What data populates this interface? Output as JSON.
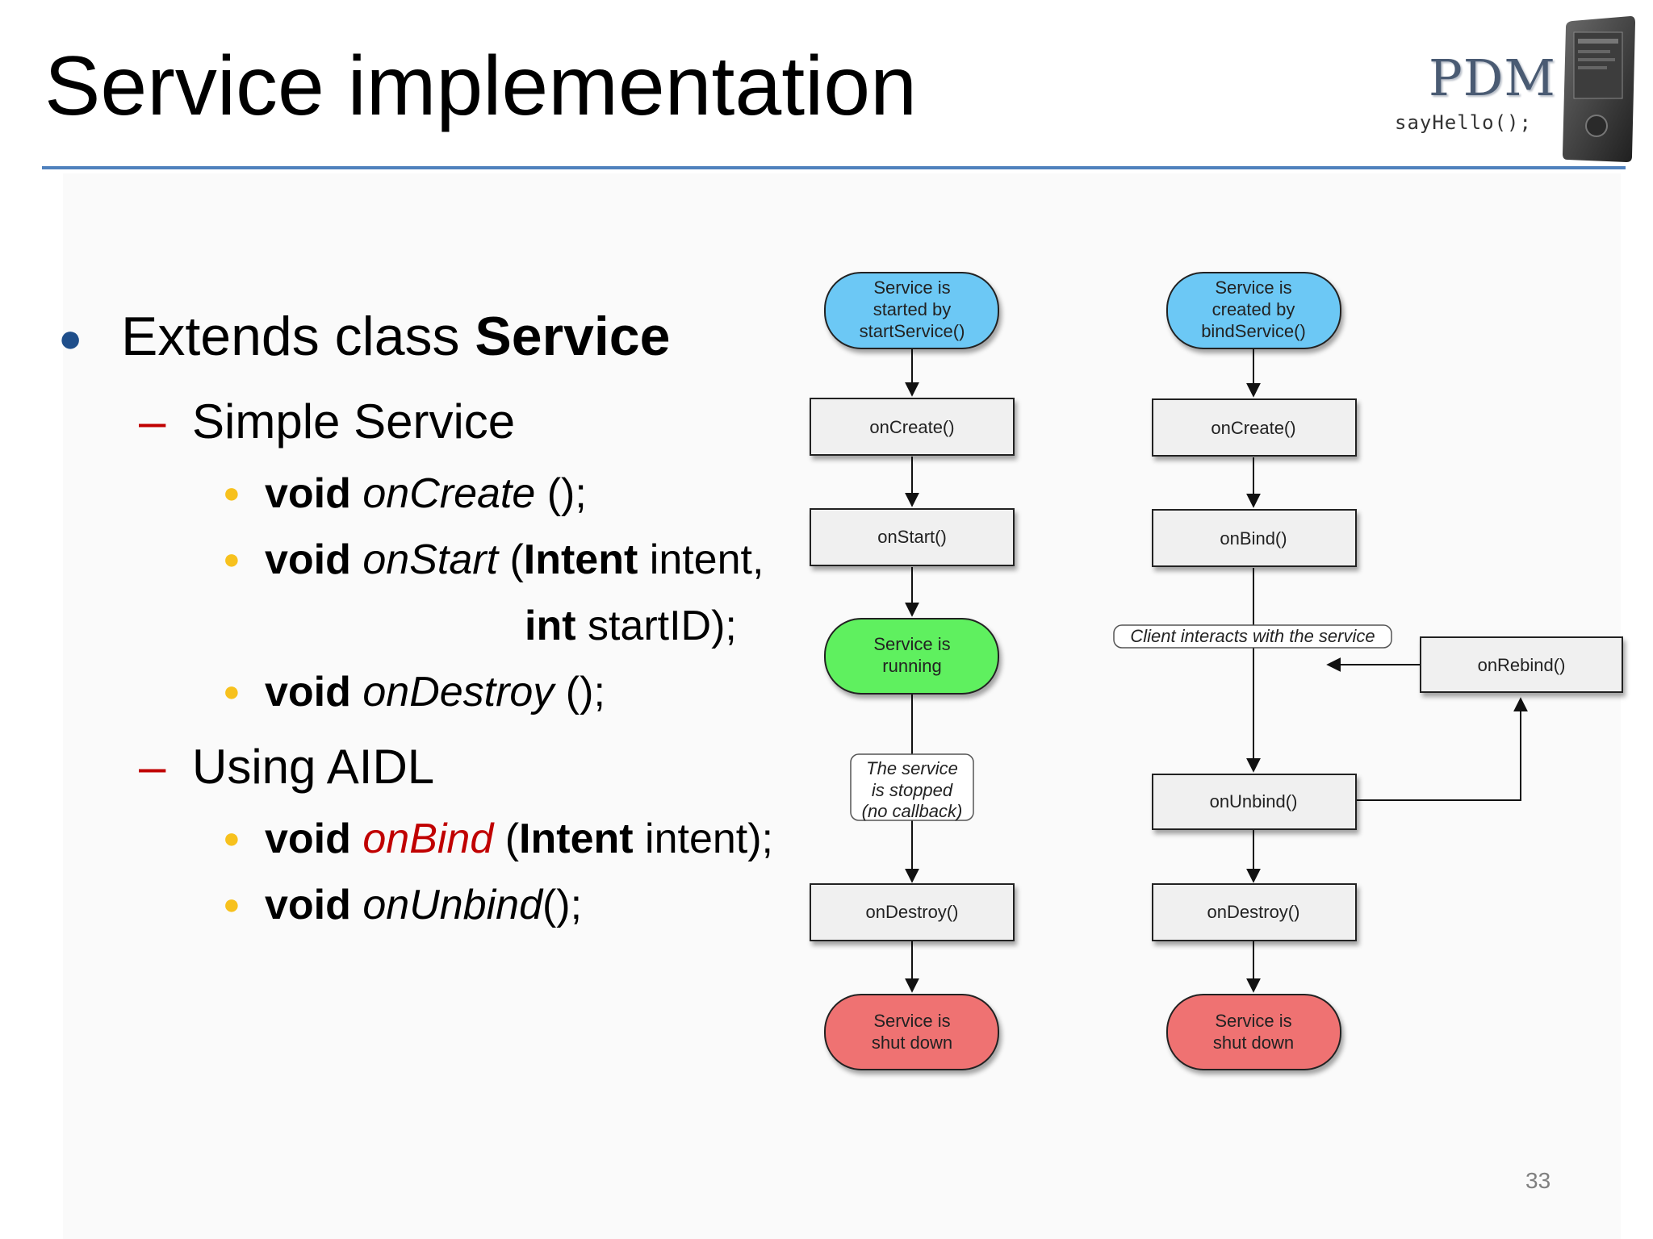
{
  "title": "Service implementation",
  "logo": {
    "brand": "PDM",
    "code": "sayHello();"
  },
  "slide_number": "33",
  "bullets": {
    "extends": {
      "prefix": "Extends class ",
      "bold": "Service"
    },
    "simple": {
      "label": "Simple Service",
      "items": [
        {
          "kw": "void",
          "method": "onCreate",
          "rest": " ();"
        },
        {
          "kw": "void",
          "method": "onStart",
          "open": " (",
          "type": "Intent",
          "rest": " intent,"
        },
        {
          "kw": "int",
          "rest": " startID);"
        },
        {
          "kw": "void",
          "method": "onDestroy",
          "rest": " ();"
        }
      ]
    },
    "aidl": {
      "label": "Using AIDL",
      "items": [
        {
          "kw": "void",
          "method": "onBind",
          "open": " (",
          "type": "Intent",
          "rest": " intent);"
        },
        {
          "kw": "void",
          "method": "onUnbind",
          "rest": "();"
        }
      ]
    }
  },
  "diagram": {
    "colors": {
      "start": "#6cc8f5",
      "running": "#5ef05e",
      "shutdown": "#ef7272",
      "box": "#f0f0f0"
    },
    "left": {
      "start": [
        "Service is",
        "started by",
        "startService()"
      ],
      "on_create": "onCreate()",
      "on_start": "onStart()",
      "running": [
        "Service is",
        "running"
      ],
      "stopped_note": [
        "The service",
        "is stopped",
        "(no callback)"
      ],
      "on_destroy": "onDestroy()",
      "shutdown": [
        "Service is",
        "shut down"
      ]
    },
    "right": {
      "start": [
        "Service is",
        "created by",
        "bindService()"
      ],
      "on_create": "onCreate()",
      "on_bind": "onBind()",
      "client_note": "Client interacts with the service",
      "on_rebind": "onRebind()",
      "on_unbind": "onUnbind()",
      "on_destroy": "onDestroy()",
      "shutdown": [
        "Service is",
        "shut down"
      ]
    }
  }
}
